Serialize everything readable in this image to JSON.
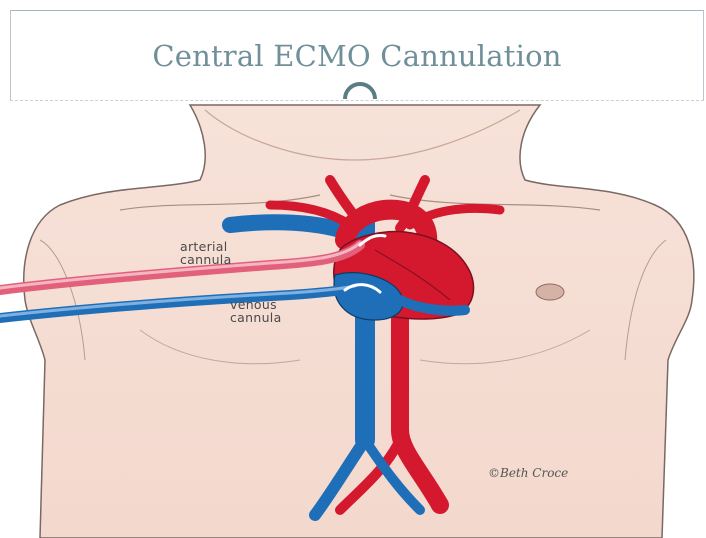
{
  "slide": {
    "title": "Central ECMO Cannulation"
  },
  "diagram": {
    "labels": {
      "arterial_line1": "arterial",
      "arterial_line2": "cannula",
      "venous_line1": "venous",
      "venous_line2": "cannula"
    },
    "credit": "©Beth Croce"
  },
  "colors": {
    "title": "#6f8f99",
    "skin": "#f5dcd2",
    "artery": "#d4182e",
    "vein": "#1e6fb8"
  }
}
